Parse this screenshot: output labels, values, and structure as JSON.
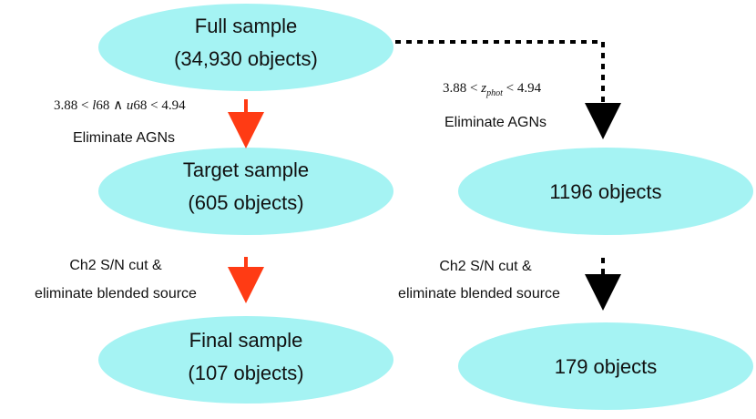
{
  "colors": {
    "node_fill": "#a5f3f3",
    "solid_arrow": "#ff3b14",
    "dotted_arrow": "#000000"
  },
  "nodes": {
    "full_sample": {
      "line1": "Full sample",
      "line2": "(34,930 objects)"
    },
    "target_sample": {
      "line1": "Target sample",
      "line2": "(605 objects)"
    },
    "final_sample": {
      "line1": "Final sample",
      "line2": "(107 objects)"
    },
    "photz_sample": {
      "line1": "1196 objects"
    },
    "photz_final": {
      "line1": "179 objects"
    }
  },
  "edges": {
    "left_step1": {
      "criterion": {
        "lower": "3.88",
        "lt": " < ",
        "var1": "l",
        "num1": "68",
        "and": " ∧ ",
        "var2": "u",
        "num2": "68",
        "lt2": " < ",
        "upper": "4.94"
      },
      "action": "Eliminate AGNs"
    },
    "left_step2": {
      "line1": "Ch2 S/N cut &",
      "line2": "eliminate blended source"
    },
    "right_step1": {
      "criterion": {
        "lower": "3.88",
        "lt": " < ",
        "var": "z",
        "sub": "phot",
        "lt2": " < ",
        "upper": "4.94"
      },
      "action": "Eliminate AGNs"
    },
    "right_step2": {
      "line1": "Ch2 S/N cut &",
      "line2": "eliminate blended source"
    }
  }
}
